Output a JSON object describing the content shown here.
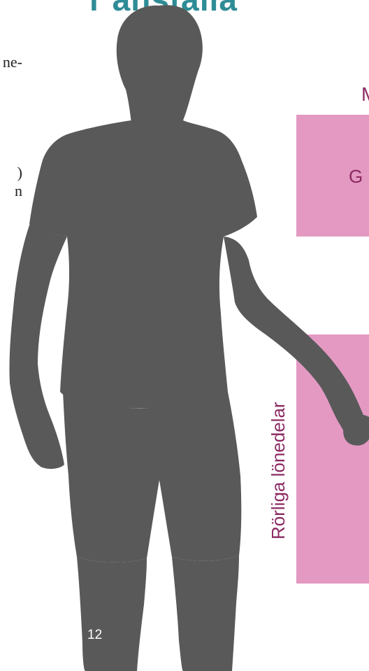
{
  "heading": {
    "fragment": "r anställa"
  },
  "body_text": {
    "line1": "ne-",
    "line2": ")",
    "line3": "n"
  },
  "diagram": {
    "top_label": "M",
    "top_box_label": "G",
    "rotated_label": "Rörliga lönedelar",
    "box_color": "#e399c2",
    "text_color": "#8b2a62"
  },
  "illustration": {
    "name": "person-silhouette",
    "color": "#595959"
  },
  "footer": {
    "page_number": "12"
  }
}
